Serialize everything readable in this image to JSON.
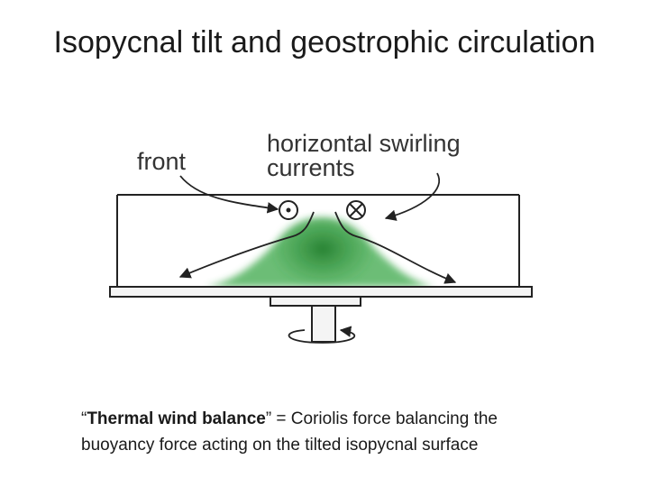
{
  "slide": {
    "title": "Isopycnal tilt and geostrophic circulation"
  },
  "diagram": {
    "label_front": "front",
    "label_currents_line1": "horizontal swirling",
    "label_currents_line2": "currents",
    "colors": {
      "dense_fluid": "#2e9a3a",
      "outline": "#222222"
    },
    "icons": [
      "out-of-page-dot-icon",
      "into-page-cross-icon",
      "rotation-arrow-icon"
    ]
  },
  "caption": {
    "quote_open": "“",
    "term": "Thermal wind balance",
    "quote_close": "”",
    "rest_line1": " = Coriolis force balancing the",
    "line2": "buoyancy force acting on the tilted isopycnal surface"
  }
}
